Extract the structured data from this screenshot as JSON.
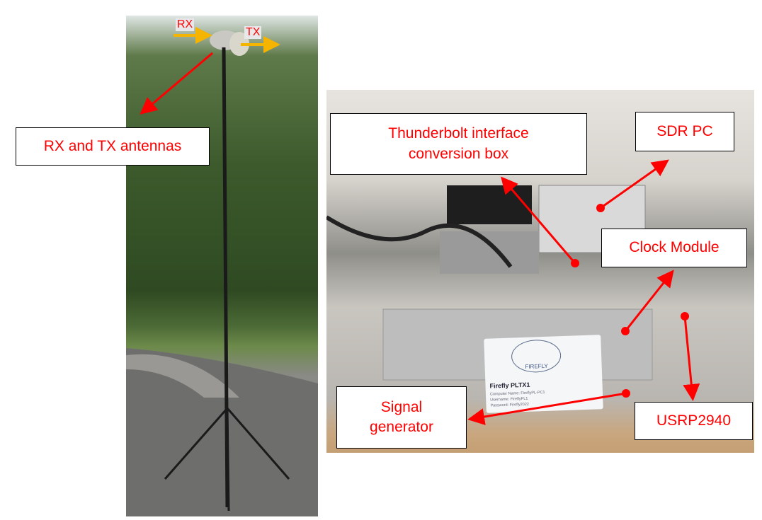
{
  "figure": {
    "left_photo": {
      "tags": {
        "rx": "RX",
        "tx": "TX"
      },
      "label": "RX and TX antennas"
    },
    "right_photo": {
      "labels": {
        "thunderbolt": "Thunderbolt interface conversion box",
        "sdr_pc": "SDR PC",
        "clock": "Clock Module",
        "usrp": "USRP2940",
        "signal_gen": "Signal generator"
      },
      "card": {
        "logo": "FIREFLY",
        "title": "Firefly PLTX1",
        "lines": [
          "Computer Name: FireflyPL-PC1",
          "Username: FireflyPL1",
          "Password: Firefly2022"
        ]
      }
    },
    "colors": {
      "label_text": "#ff0000",
      "arrow": "#ff0000",
      "tag_arrow": "#f5b400"
    }
  }
}
